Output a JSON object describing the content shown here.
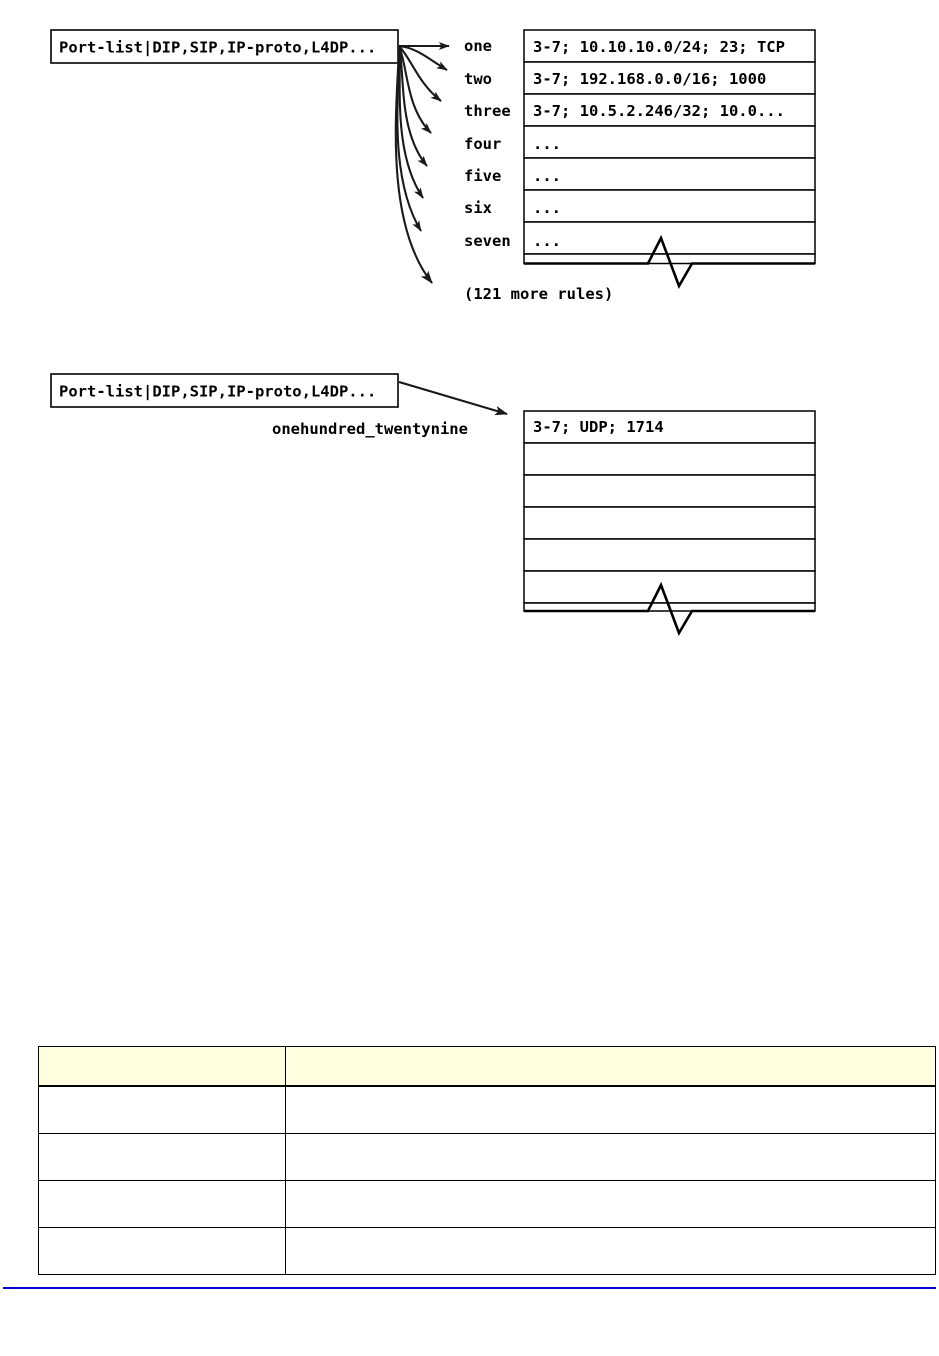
{
  "document": {
    "background_color": "#ffffff",
    "ink_color": "#000000",
    "accent_rule_color": "#0000cc",
    "header_fill_color": "#ffffe0"
  },
  "figures": [
    {
      "id": "figure-top",
      "key_box": {
        "label": "Port-list|DIP,SIP,IP-proto,L4DP..."
      },
      "arrow_labels": [
        "one",
        "two",
        "three",
        "four",
        "five",
        "six",
        "seven"
      ],
      "overflow_label": "(121 more rules)",
      "rule_rows": [
        "3-7; 10.10.10.0/24; 23; TCP",
        "3-7; 192.168.0.0/16; 1000",
        "3-7; 10.5.2.246/32; 10.0...",
        "...",
        "...",
        "...",
        "..."
      ],
      "truncation_mark": "zigzag-break"
    },
    {
      "id": "figure-bottom",
      "key_box": {
        "label": "Port-list|DIP,SIP,IP-proto,L4DP..."
      },
      "arrow_labels": [
        "onehundred_twentynine"
      ],
      "rule_rows": [
        "3-7; UDP; 1714",
        "",
        "",
        "",
        "",
        ""
      ],
      "truncation_mark": "zigzag-break"
    }
  ],
  "bottom_table": {
    "columns": [
      "",
      ""
    ],
    "rows": [
      [
        "",
        ""
      ],
      [
        "",
        ""
      ],
      [
        "",
        ""
      ],
      [
        "",
        ""
      ]
    ]
  }
}
